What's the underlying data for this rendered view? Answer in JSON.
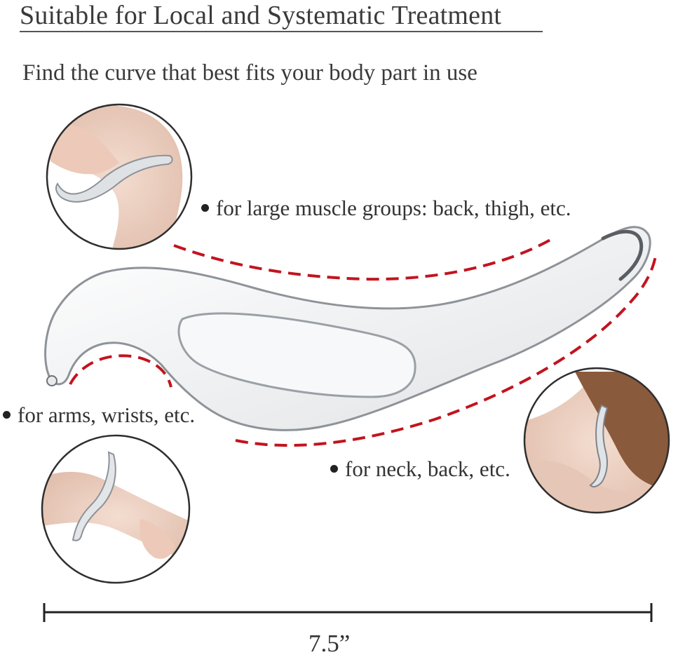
{
  "header": {
    "title": "Suitable for Local and Systematic Treatment",
    "subtitle": "Find the curve that best fits your body part in use"
  },
  "callouts": {
    "large_muscle": "for large muscle groups: back, thigh, etc.",
    "arms": "for arms, wrists, etc.",
    "neck": "for neck, back, etc."
  },
  "dimension": {
    "length": "7.5”"
  },
  "colors": {
    "dash_red": "#c2141f",
    "steel": "#b8bcc2",
    "text": "#333333"
  }
}
